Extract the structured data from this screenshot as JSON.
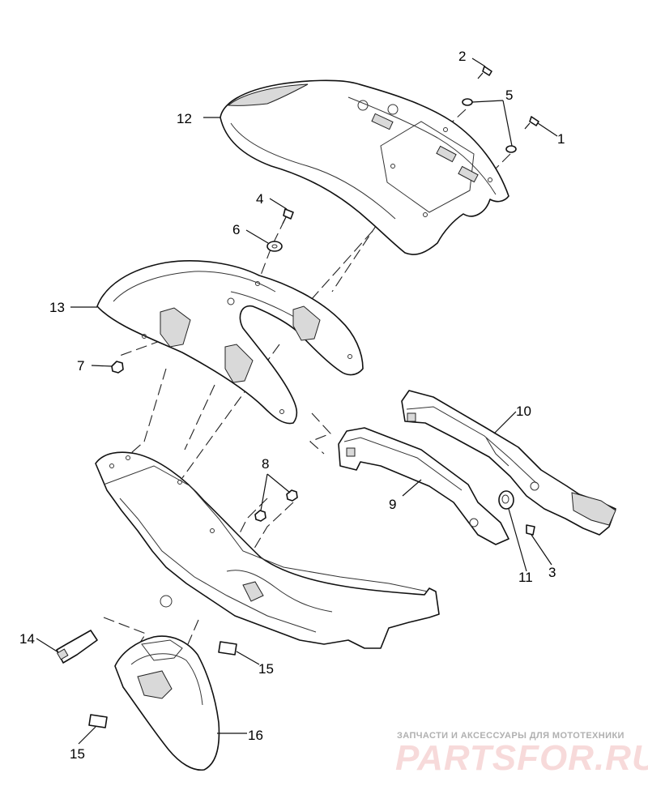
{
  "callouts": [
    {
      "id": "1",
      "label": "1"
    },
    {
      "id": "2",
      "label": "2"
    },
    {
      "id": "3",
      "label": "3"
    },
    {
      "id": "4",
      "label": "4"
    },
    {
      "id": "5",
      "label": "5"
    },
    {
      "id": "6",
      "label": "6"
    },
    {
      "id": "7",
      "label": "7"
    },
    {
      "id": "8",
      "label": "8"
    },
    {
      "id": "9",
      "label": "9"
    },
    {
      "id": "10",
      "label": "10"
    },
    {
      "id": "11",
      "label": "11"
    },
    {
      "id": "12",
      "label": "12"
    },
    {
      "id": "13",
      "label": "13"
    },
    {
      "id": "14",
      "label": "14"
    },
    {
      "id": "15a",
      "label": "15"
    },
    {
      "id": "15b",
      "label": "15"
    },
    {
      "id": "16",
      "label": "16"
    }
  ],
  "watermark": {
    "subtitle": "ЗАПЧАСТИ И АКСЕССУАРЫ ДЛЯ МОТОТЕХНИКИ",
    "brand": "PARTSFOR.RU"
  },
  "colors": {
    "line": "#111111",
    "watermark_brand": "#f7dada",
    "watermark_subtitle": "#b0b0b0"
  }
}
